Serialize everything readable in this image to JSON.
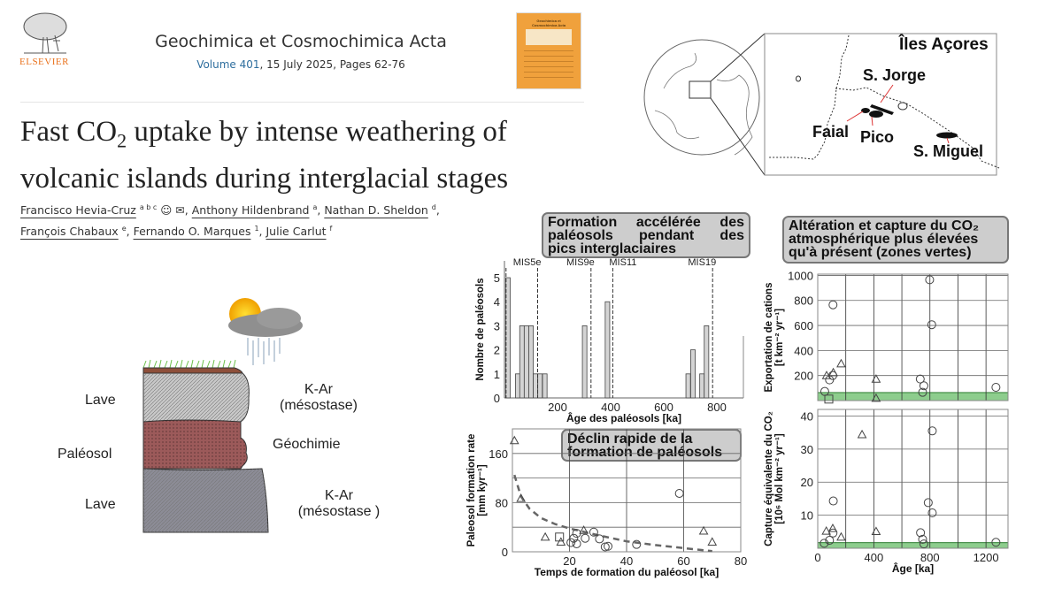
{
  "header": {
    "publisher": "ELSEVIER",
    "journal": "Geochimica et Cosmochimica Acta",
    "volume": "Volume 401",
    "issue_details": ", 15 July 2025, Pages 62-76",
    "cover_title": "Geochimica et Cosmochimica Acta"
  },
  "article": {
    "title_part1": "Fast CO",
    "title_sub": "2",
    "title_part2": " uptake by intense weathering of",
    "title_line2": "volcanic islands during interglacial stages",
    "authors": [
      {
        "name": "Francisco Hevia-Cruz",
        "aff": "a b c"
      },
      {
        "name": "Anthony Hildenbrand",
        "aff": "a"
      },
      {
        "name": "Nathan D. Sheldon",
        "aff": "d"
      },
      {
        "name": "François Chabaux",
        "aff": "e"
      },
      {
        "name": "Fernando O. Marques",
        "aff": "1"
      },
      {
        "name": "Julie Carlut",
        "aff": "f"
      }
    ]
  },
  "geology": {
    "layers": [
      "Lave",
      "Paléosol",
      "Lave"
    ],
    "methods": [
      "K-Ar",
      "(mésostase)",
      "Géochimie",
      "K-Ar",
      "(mésostase )"
    ]
  },
  "map": {
    "region": "Îles Açores",
    "islands": [
      "S. Jorge",
      "Faial",
      "Pico",
      "S. Miguel"
    ]
  },
  "colors": {
    "green_band": "#5cb85c",
    "annotation_bg": "#cdcdcd",
    "paleosol": "#9c5a5a",
    "lava_top": "#c8c8c8",
    "lava_bottom": "#8c8c96"
  },
  "chart_data": [
    {
      "type": "bar",
      "annotation": [
        "Formation accélérée des",
        "paléosols pendant des",
        "pics interglaciaires"
      ],
      "xlabel": "Âge des paléosols [ka]",
      "ylabel": "Nombre de paléosols",
      "xlim": [
        0,
        900
      ],
      "ylim": [
        0,
        5.7
      ],
      "xticks": [
        200,
        400,
        600,
        800
      ],
      "yticks": [
        0,
        1,
        2,
        3,
        4,
        5
      ],
      "bin_width": 17,
      "bins": [
        {
          "x": 13,
          "count": 5
        },
        {
          "x": 50,
          "count": 1
        },
        {
          "x": 66,
          "count": 3
        },
        {
          "x": 83,
          "count": 3
        },
        {
          "x": 100,
          "count": 3
        },
        {
          "x": 117,
          "count": 1
        },
        {
          "x": 134,
          "count": 1
        },
        {
          "x": 152,
          "count": 1
        },
        {
          "x": 302,
          "count": 3
        },
        {
          "x": 388,
          "count": 4
        },
        {
          "x": 692,
          "count": 1
        },
        {
          "x": 710,
          "count": 2
        },
        {
          "x": 744,
          "count": 1
        },
        {
          "x": 761,
          "count": 3
        }
      ],
      "markers": [
        {
          "x": 6,
          "label": ""
        },
        {
          "x": 125,
          "label": "MIS5e"
        },
        {
          "x": 326,
          "label": "MIS9e"
        },
        {
          "x": 408,
          "label": "MIS11"
        },
        {
          "x": 784,
          "label": "MIS19"
        }
      ]
    },
    {
      "type": "scatter",
      "annotation": [
        "Déclin rapide de la",
        "formation de paléosols"
      ],
      "xlabel": "Temps de formation du paléosol [ka]",
      "ylabel": [
        "Paleosol formation rate",
        "[mm kyr⁻¹]"
      ],
      "xlim": [
        0,
        80
      ],
      "ylim": [
        0,
        200
      ],
      "xticks": [
        20,
        40,
        60,
        80
      ],
      "yticks": [
        0,
        80,
        160
      ],
      "grid": {
        "x": [
          20,
          40,
          60
        ],
        "y": [
          40,
          80,
          120,
          160
        ]
      },
      "series": [
        {
          "name": "triangles",
          "marker": "triangle",
          "points": [
            [
              0.7,
              181
            ],
            [
              3,
              87
            ],
            [
              11.5,
              24
            ],
            [
              17,
              16
            ],
            [
              25,
              35
            ],
            [
              67,
              34
            ],
            [
              70,
              16
            ]
          ]
        },
        {
          "name": "squares",
          "marker": "square",
          "points": [
            [
              16.5,
              24
            ]
          ]
        },
        {
          "name": "circles",
          "marker": "circle",
          "points": [
            [
              58.5,
              95
            ],
            [
              20.5,
              15
            ],
            [
              21.5,
              22
            ],
            [
              22.5,
              30
            ],
            [
              22.5,
              13
            ],
            [
              25.5,
              22
            ],
            [
              28.5,
              32
            ],
            [
              30.5,
              21
            ],
            [
              32.5,
              8
            ],
            [
              33.5,
              9
            ],
            [
              43.5,
              12
            ]
          ]
        }
      ],
      "trend": [
        [
          0.7,
          125
        ],
        [
          3,
          90
        ],
        [
          6,
          70
        ],
        [
          10,
          55
        ],
        [
          15,
          45
        ],
        [
          20,
          38
        ],
        [
          30,
          27
        ],
        [
          40,
          17
        ],
        [
          50,
          11
        ],
        [
          60,
          6
        ],
        [
          70,
          1
        ]
      ]
    },
    {
      "type": "scatter",
      "annotation": [
        "Altération et capture du CO₂",
        "atmosphérique plus élevées",
        "qu'à présent (zones vertes)"
      ],
      "xlabel": "",
      "ylabel": [
        "Exportation de cations",
        "[t km⁻² yr⁻¹]"
      ],
      "xlim": [
        0,
        1357
      ],
      "ylim": [
        0,
        1010
      ],
      "xticks": [],
      "yticks": [
        200,
        400,
        600,
        800,
        1000
      ],
      "grid": {
        "x": [
          200,
          400,
          600,
          800,
          1000,
          1200
        ],
        "y": [
          200,
          400,
          600,
          800,
          1000
        ]
      },
      "band": [
        0,
        64
      ],
      "series": [
        {
          "name": "circles",
          "marker": "circle",
          "points": [
            [
              109,
              765
            ],
            [
              798,
              965
            ],
            [
              813,
              606
            ],
            [
              50,
              73
            ],
            [
              84,
              165
            ],
            [
              107,
              200
            ],
            [
              731,
              172
            ],
            [
              757,
              118
            ],
            [
              748,
              66
            ],
            [
              1271,
              106
            ]
          ]
        },
        {
          "name": "triangles",
          "marker": "triangle",
          "points": [
            [
              63,
              200
            ],
            [
              111,
              224
            ],
            [
              167,
              295
            ],
            [
              416,
              172
            ],
            [
              416,
              19
            ]
          ]
        },
        {
          "name": "squares",
          "marker": "square",
          "points": [
            [
              79,
              12
            ]
          ]
        }
      ]
    },
    {
      "type": "scatter",
      "annotation": [],
      "xlabel": "Âge [ka]",
      "ylabel": [
        "Capture équivalente du CO₂",
        "[10⁶ Mol km⁻² yr⁻¹]"
      ],
      "xlim": [
        0,
        1357
      ],
      "ylim": [
        0,
        42
      ],
      "xticks": [
        0,
        400,
        800,
        1200
      ],
      "yticks": [
        10,
        20,
        30,
        40
      ],
      "grid": {
        "x": [
          200,
          400,
          600,
          800,
          1000,
          1200
        ],
        "y": [
          10,
          20,
          30,
          40
        ]
      },
      "band": [
        0,
        1.7
      ],
      "series": [
        {
          "name": "triangles",
          "marker": "triangle",
          "points": [
            [
              316,
              34.4
            ],
            [
              61,
              5.2
            ],
            [
              107,
              6
            ],
            [
              167,
              3.4
            ],
            [
              416,
              5.1
            ]
          ]
        },
        {
          "name": "circles",
          "marker": "circle",
          "points": [
            [
              817,
              35.5
            ],
            [
              111,
              14.3
            ],
            [
              788,
              13.8
            ],
            [
              817,
              10.7
            ],
            [
              109,
              4.6
            ],
            [
              84,
              2.4
            ],
            [
              46,
              1.5
            ],
            [
              733,
              4.7
            ],
            [
              748,
              2.7
            ],
            [
              757,
              1.3
            ],
            [
              1271,
              1.8
            ]
          ]
        }
      ]
    }
  ]
}
